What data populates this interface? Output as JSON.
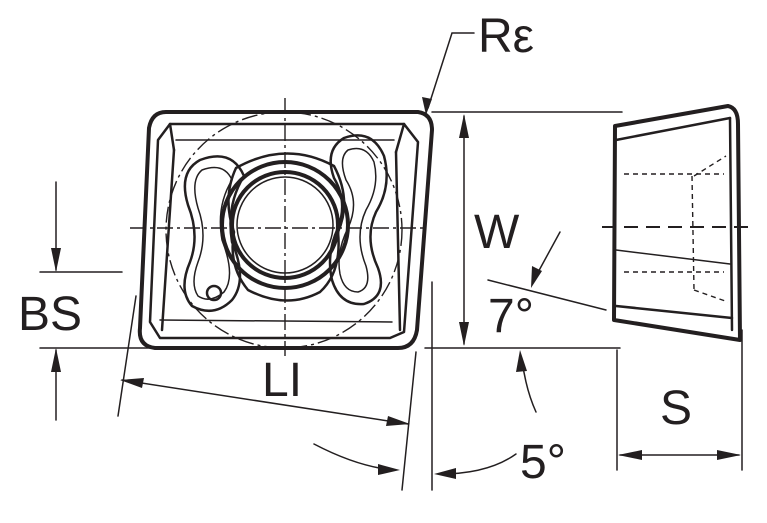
{
  "labels": {
    "corner_radius": "Rε",
    "width": "W",
    "clearance_angle": "7°",
    "bevel_length": "BS",
    "edge_length": "LI",
    "approach_angle": "5°",
    "thickness": "S"
  },
  "colors": {
    "line": "#231f20",
    "background": "#ffffff"
  }
}
